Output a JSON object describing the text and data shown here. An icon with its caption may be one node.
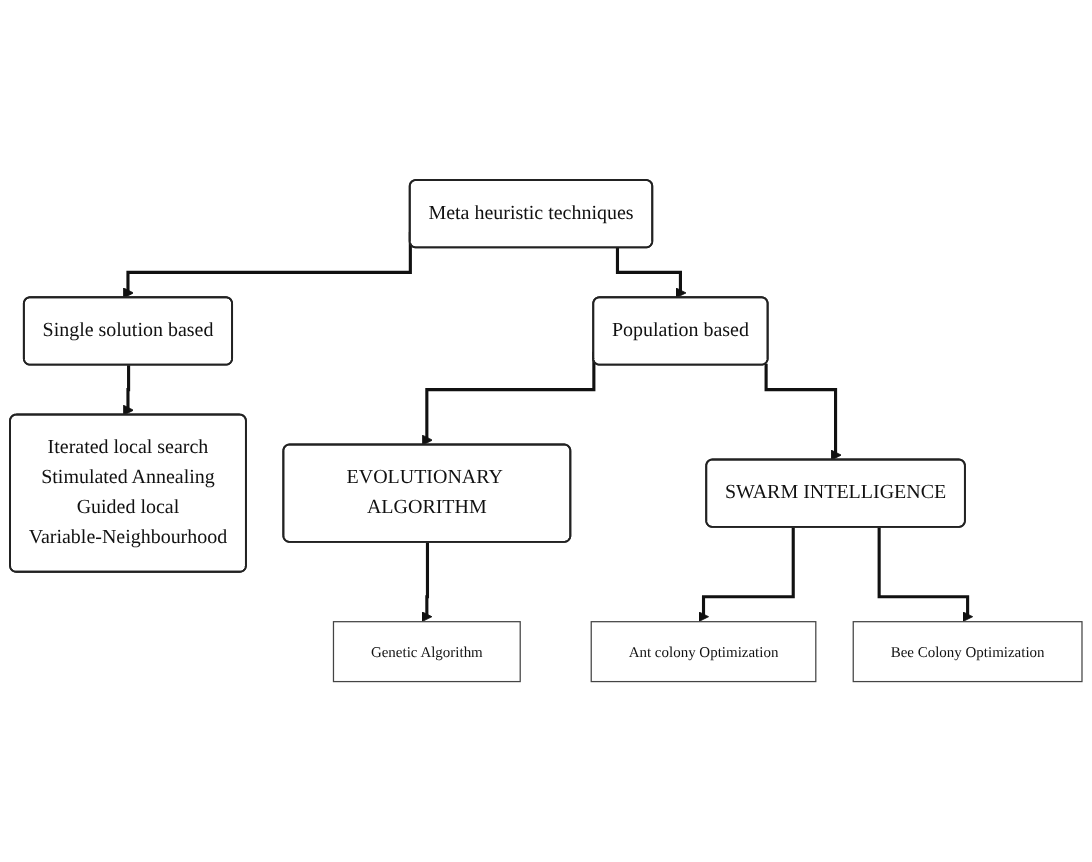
{
  "diagram": {
    "nodes": [
      {
        "text": [
          "Meta heuristic techniques"
        ]
      },
      {
        "text": [
          "Single solution based"
        ]
      },
      {
        "text": [
          "Population based"
        ]
      },
      {
        "text": [
          "Iterated local search",
          "Stimulated Annealing",
          "Guided local",
          "Variable-Neighbourhood"
        ]
      },
      {
        "text": [
          "EVOLUTIONARY ALGORITHM"
        ]
      },
      {
        "text": [
          "SWARM INTELLIGENCE"
        ]
      },
      {
        "text": [
          "Genetic Algorithm"
        ]
      },
      {
        "text": [
          "Ant colony Optimization"
        ]
      },
      {
        "text": [
          "Bee Colony Optimization"
        ]
      }
    ],
    "edges": [
      {
        "from": 0,
        "to": 1,
        "arrow": "to"
      },
      {
        "from": 0,
        "to": 2,
        "arrow": "to"
      },
      {
        "from": 1,
        "to": 3,
        "arrow": "to"
      },
      {
        "from": 2,
        "to": 4,
        "arrow": "to"
      },
      {
        "from": 2,
        "to": 5,
        "arrow": "to"
      },
      {
        "from": 4,
        "to": 6,
        "arrow": "to"
      },
      {
        "from": 5,
        "to": 7,
        "arrow": "to"
      },
      {
        "from": 5,
        "to": 8,
        "arrow": "to"
      }
    ]
  }
}
